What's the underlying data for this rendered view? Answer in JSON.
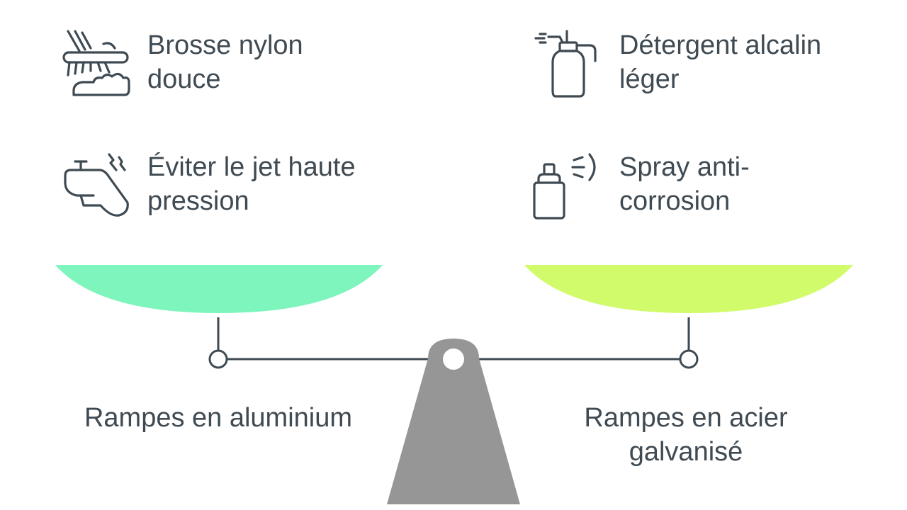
{
  "items": {
    "brush": {
      "label": "Brosse nylon\ndouce",
      "icon": "brush-icon"
    },
    "detergent": {
      "label": "Détergent alcalin\nléger",
      "icon": "spray-bottle-icon"
    },
    "jet": {
      "label": "Éviter le jet haute\npression",
      "icon": "pressure-washer-icon"
    },
    "spray": {
      "label": "Spray anti-\ncorrosion",
      "icon": "aerosol-can-icon"
    }
  },
  "scale": {
    "left_label": "Rampes en aluminium",
    "right_label": "Rampes en acier\ngalvanisé",
    "left_pan_color": "#7ef5bc",
    "right_pan_color": "#d2fb6c",
    "fulcrum_color": "#969696",
    "line_color": "#3f4a52"
  }
}
